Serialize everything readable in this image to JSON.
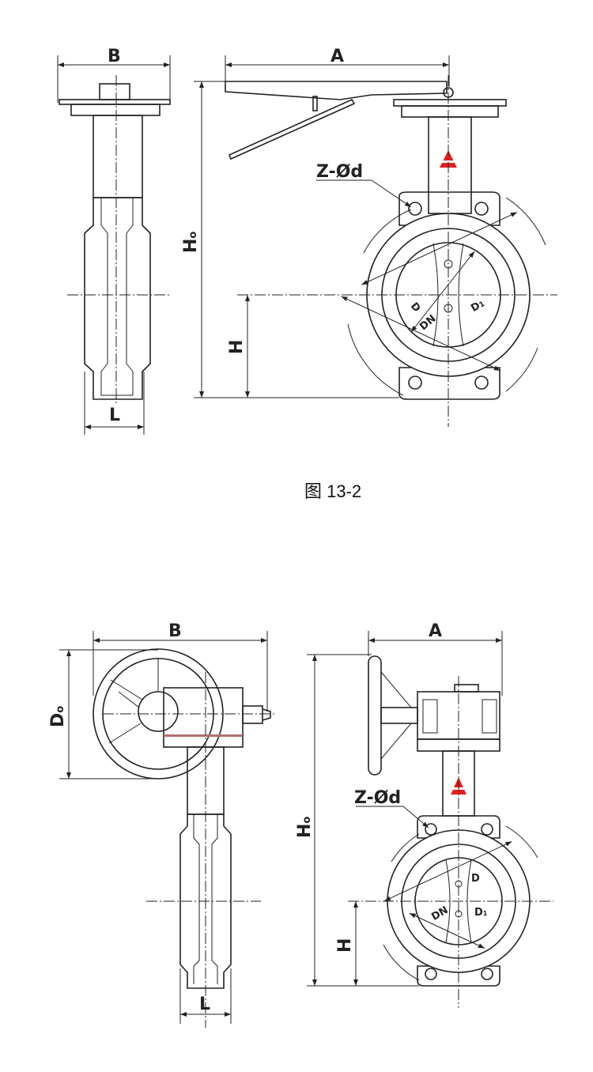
{
  "figure_caption": "图 13-2",
  "top_figure": {
    "labels": {
      "B": "B",
      "A": "A",
      "H0": "H",
      "H0_sub": "o",
      "H": "H",
      "L": "L",
      "Zd": "Z-Ød",
      "D": "D",
      "DN": "DN",
      "D1": "D",
      "D1_sub": "1"
    }
  },
  "bottom_figure": {
    "labels": {
      "B": "B",
      "A": "A",
      "D0": "D",
      "D0_sub": "o",
      "H0": "H",
      "H0_sub": "o",
      "H": "H",
      "L": "L",
      "Zd": "Z-Ød",
      "D": "D",
      "DN": "DN",
      "D1": "D",
      "D1_sub": "1"
    }
  },
  "colors": {
    "logo": "#e02020",
    "line": "#222222"
  }
}
